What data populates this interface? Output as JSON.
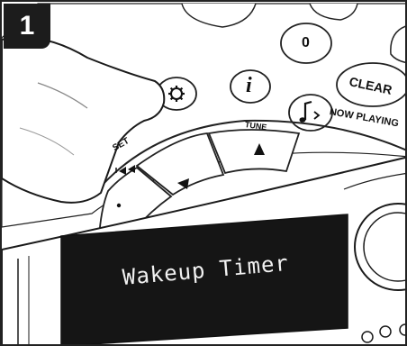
{
  "step": {
    "number": "1"
  },
  "remote": {
    "buttons": {
      "zero_label": "0",
      "info_label": "i",
      "clear_label": "CLEAR",
      "now_playing_label": "NOW PLAYING",
      "tune_label": "TUNE",
      "preset_label": "SET"
    },
    "icons": [
      "gear-icon",
      "info-icon",
      "music-note-icon",
      "up-arrow-icon",
      "left-arrow-icon",
      "rewind-icon"
    ]
  },
  "display": {
    "text": "Wakeup Timer"
  },
  "colors": {
    "badge": "#1c1c1c",
    "lcd": "#151515",
    "lcd_text": "#f2f2f2"
  }
}
